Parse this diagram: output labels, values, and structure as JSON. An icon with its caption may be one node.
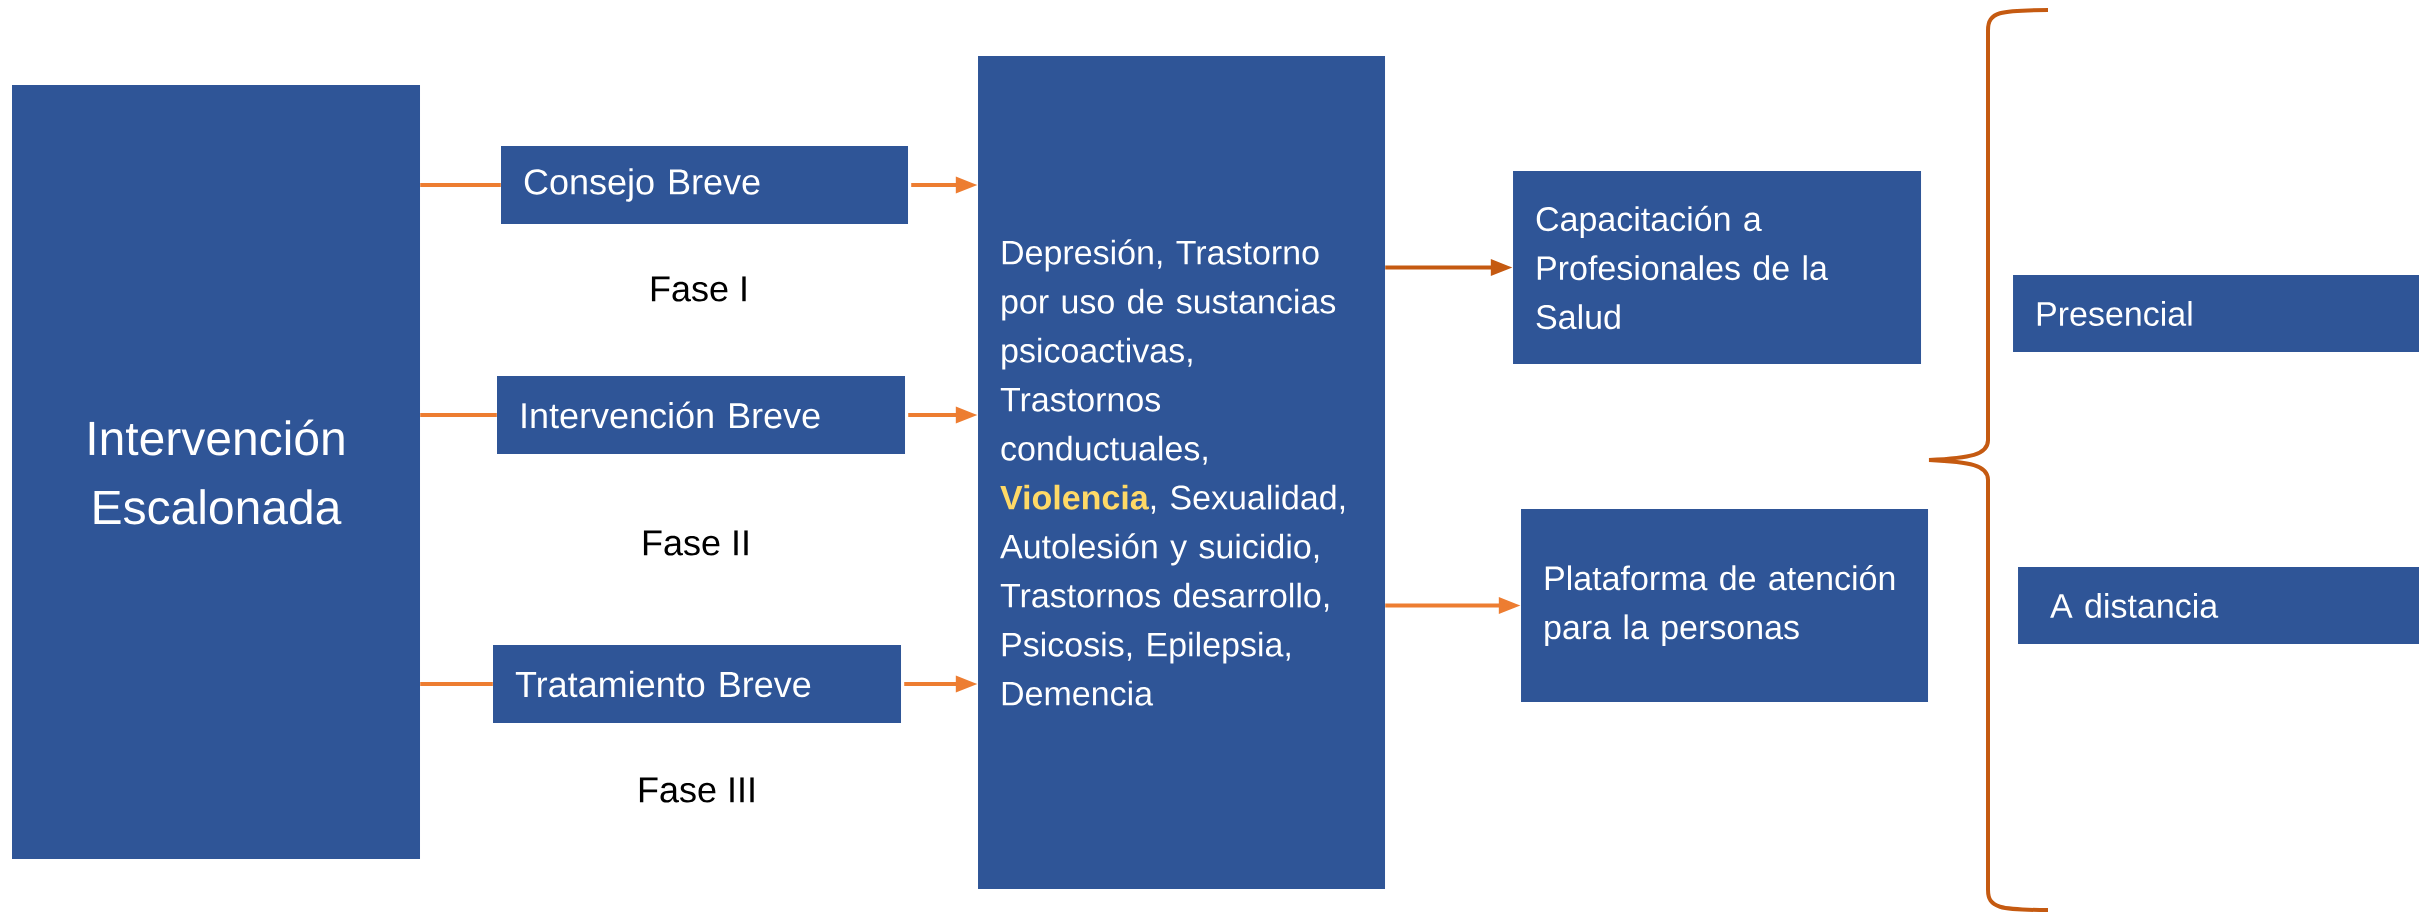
{
  "diagram": {
    "nodes": [
      {
        "text": [
          "Intervención Escalonada"
        ]
      },
      {
        "text": [
          "Consejo Breve"
        ],
        "beside": [
          "Fase I"
        ]
      },
      {
        "text": [
          "Intervención Breve"
        ],
        "beside": [
          "Fase II"
        ]
      },
      {
        "text": [
          "Tratamiento Breve"
        ],
        "beside": [
          "Fase III"
        ]
      },
      {
        "text": [
          "Depresión, Trastorno por uso de sustancias psicoactivas, Trastornos conductuales, **Violencia**, Sexualidad, Autolesión y suicidio, Trastornos desarrollo, Psicosis, Epilepsia, Demencia"
        ]
      },
      {
        "text": [
          "Capacitación a Profesionales de la Salud"
        ]
      },
      {
        "text": [
          "Plataforma de atención para la personas"
        ]
      },
      {
        "text": [
          "Presencial"
        ]
      },
      {
        "text": [
          "A distancia"
        ]
      }
    ],
    "edges": [
      {
        "from": 0,
        "to": 1,
        "arrow": "none"
      },
      {
        "from": 0,
        "to": 2,
        "arrow": "none"
      },
      {
        "from": 0,
        "to": 3,
        "arrow": "none"
      },
      {
        "from": 1,
        "to": 4,
        "arrow": "to"
      },
      {
        "from": 2,
        "to": 4,
        "arrow": "to"
      },
      {
        "from": 3,
        "to": 4,
        "arrow": "to"
      },
      {
        "from": 4,
        "to": 5,
        "arrow": "to",
        "color": "#c55a11"
      },
      {
        "from": 4,
        "to": 6,
        "arrow": "to"
      }
    ]
  }
}
